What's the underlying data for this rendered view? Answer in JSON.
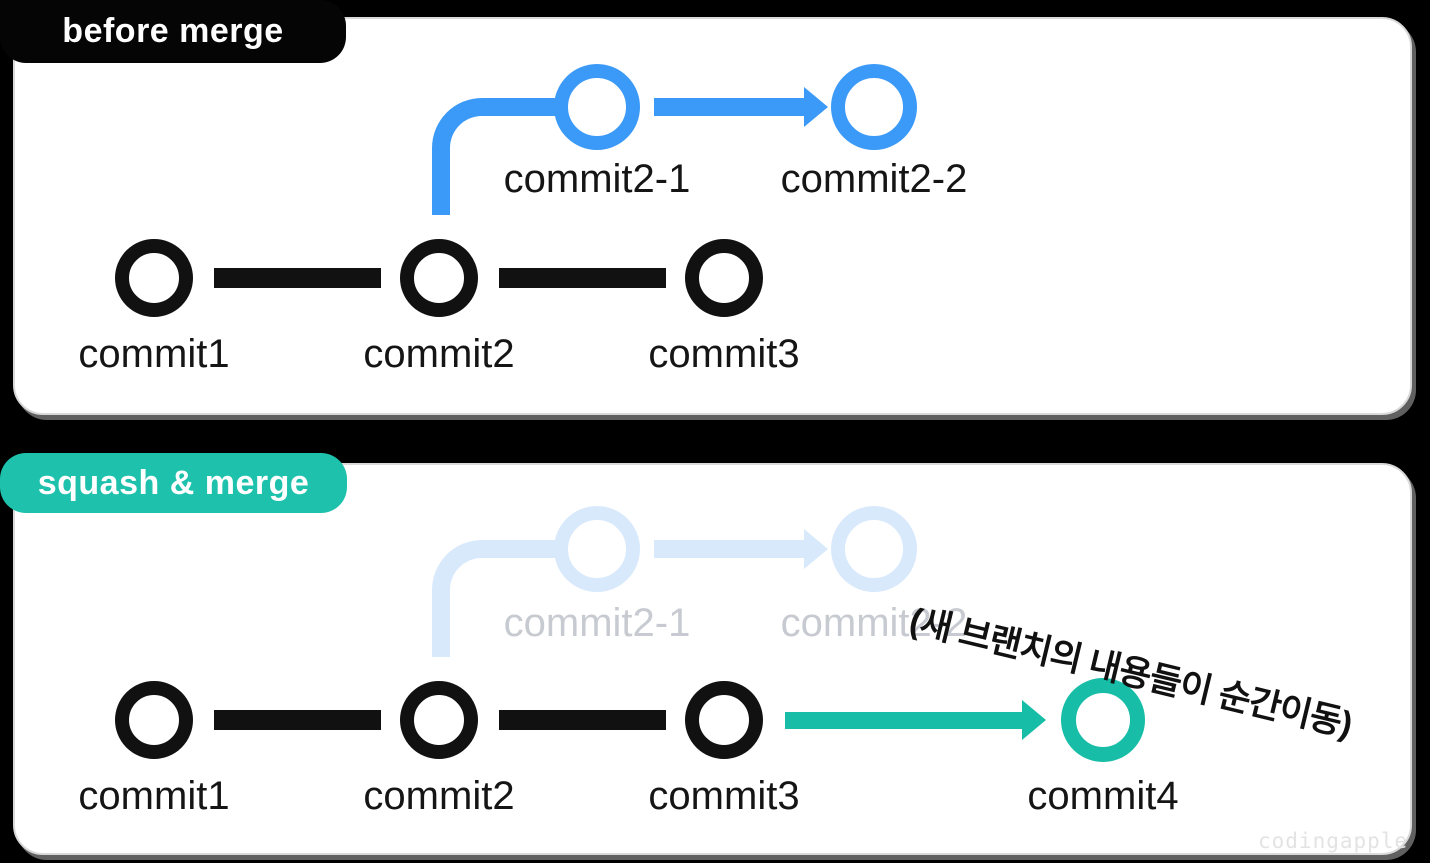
{
  "colors": {
    "background": "#000000",
    "panel": "#ffffff",
    "ink": "#111111",
    "branch_blue": "#3b9af8",
    "ghost_branch_blue": "#d9e9fc",
    "ghost_label_gray": "#c7cbd1",
    "merge_teal": "#17bda6",
    "badge_black": "#050505",
    "badge_teal": "#1ec2ac",
    "watermark_gray": "#e3e3e3"
  },
  "before_panel": {
    "badge": "before merge",
    "branch_commits": [
      "commit2-1",
      "commit2-2"
    ],
    "main_commits": [
      "commit1",
      "commit2",
      "commit3"
    ]
  },
  "squash_panel": {
    "badge": "squash & merge",
    "ghost_branch_commits": [
      "commit2-1",
      "commit2-2"
    ],
    "main_commits": [
      "commit1",
      "commit2",
      "commit3"
    ],
    "merge_commit": "commit4",
    "annotation": "(새 브랜치의 내용들이 순간이동)"
  },
  "watermark": "codingapple"
}
